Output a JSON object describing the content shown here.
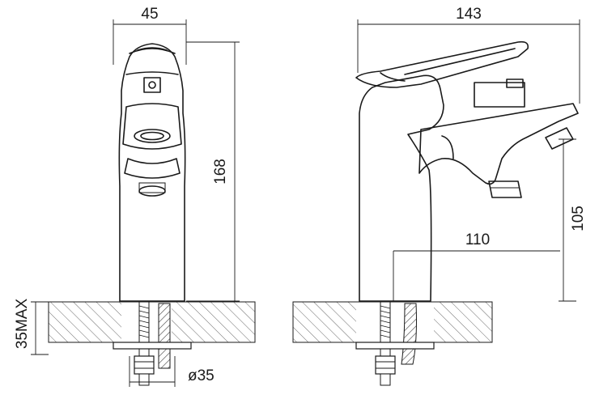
{
  "front_view": {
    "width_label": "45",
    "height_label": "168",
    "mount_label": "35MAX",
    "hole_label": "ø35"
  },
  "side_view": {
    "depth_label": "143",
    "reach_label": "110",
    "spout_height_label": "105"
  },
  "colors": {
    "line": "#1a1a1a",
    "background": "#ffffff"
  }
}
